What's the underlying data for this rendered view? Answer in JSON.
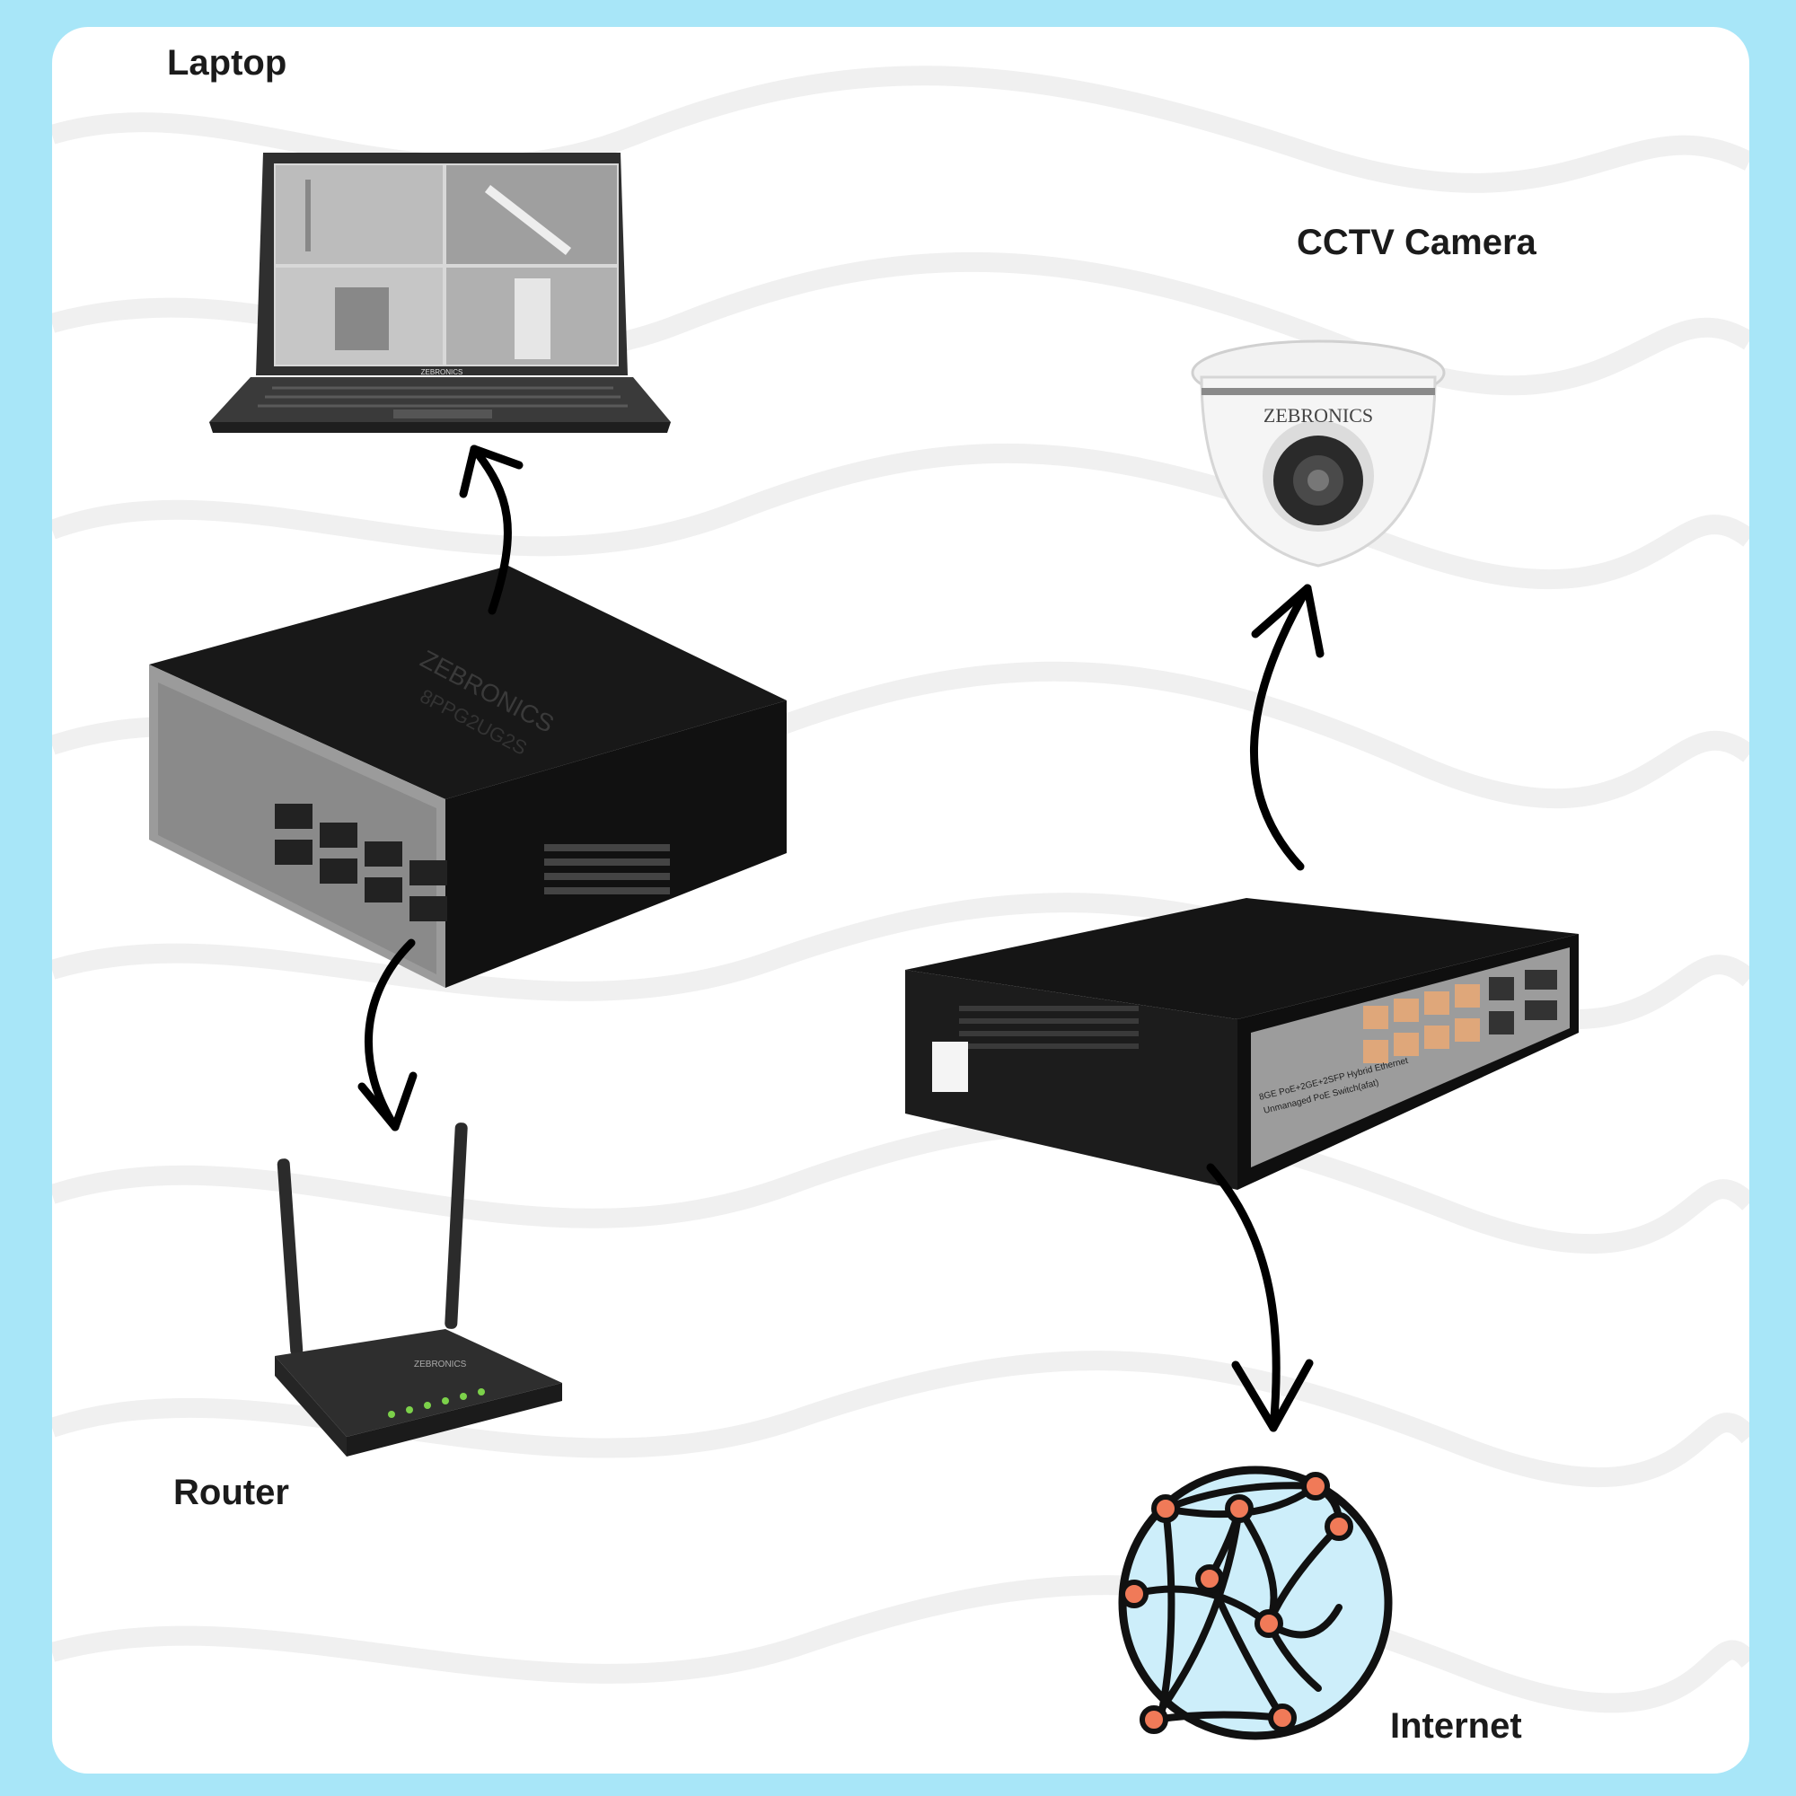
{
  "labels": {
    "laptop": "Laptop",
    "cctv": "CCTV Camera",
    "router": "Router",
    "internet": "Internet"
  },
  "devices": {
    "switch_left_brand": "ZEBRONICS",
    "switch_left_model": "8PPG2UG2S",
    "switch_right_desc_line1": "8GE PoE+2GE+2SFP Hybrid Ethernet",
    "switch_right_desc_line2": "Unmanaged PoE Switch(afat)",
    "camera_brand": "ZEBRONICS",
    "laptop_brand": "ZEBRONICS",
    "router_brand": "ZEBRONICS"
  },
  "colors": {
    "frame": "#a8e6f8",
    "card": "#ffffff",
    "device_body": "#151515",
    "globe_fill": "#cdeefa",
    "globe_node": "#f07a58"
  }
}
